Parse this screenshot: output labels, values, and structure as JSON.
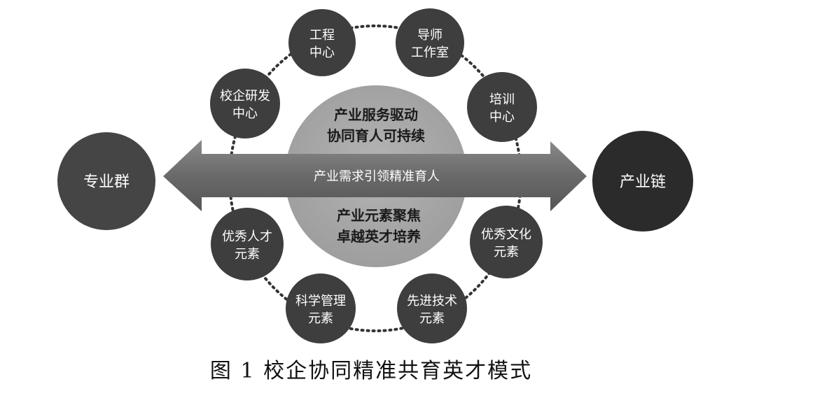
{
  "caption": "图 1  校企协同精准共育英才模式",
  "center": {
    "top_line1": "产业服务驱动",
    "top_line2": "协同育人可持续",
    "bottom_line1": "产业元素聚焦",
    "bottom_line2": "卓越英才培养"
  },
  "arrow_label": "产业需求引领精准育人",
  "left_node": "专业群",
  "right_node": "产业链",
  "ring_nodes": [
    {
      "line1": "工程",
      "line2": "中心"
    },
    {
      "line1": "导师",
      "line2": "工作室"
    },
    {
      "line1": "培训",
      "line2": "中心"
    },
    {
      "line1": "校企研发",
      "line2": "中心"
    },
    {
      "line1": "优秀人才",
      "line2": "元素"
    },
    {
      "line1": "科学管理",
      "line2": "元素"
    },
    {
      "line1": "先进技术",
      "line2": "元素"
    },
    {
      "line1": "优秀文化",
      "line2": "元素"
    }
  ],
  "colors": {
    "big_circle": "#454545",
    "ring_circle": "#3e3e3e",
    "center_circle": "#a9a9a9",
    "arrow": "#6f6f6f",
    "dotted_ring": "#333333"
  }
}
